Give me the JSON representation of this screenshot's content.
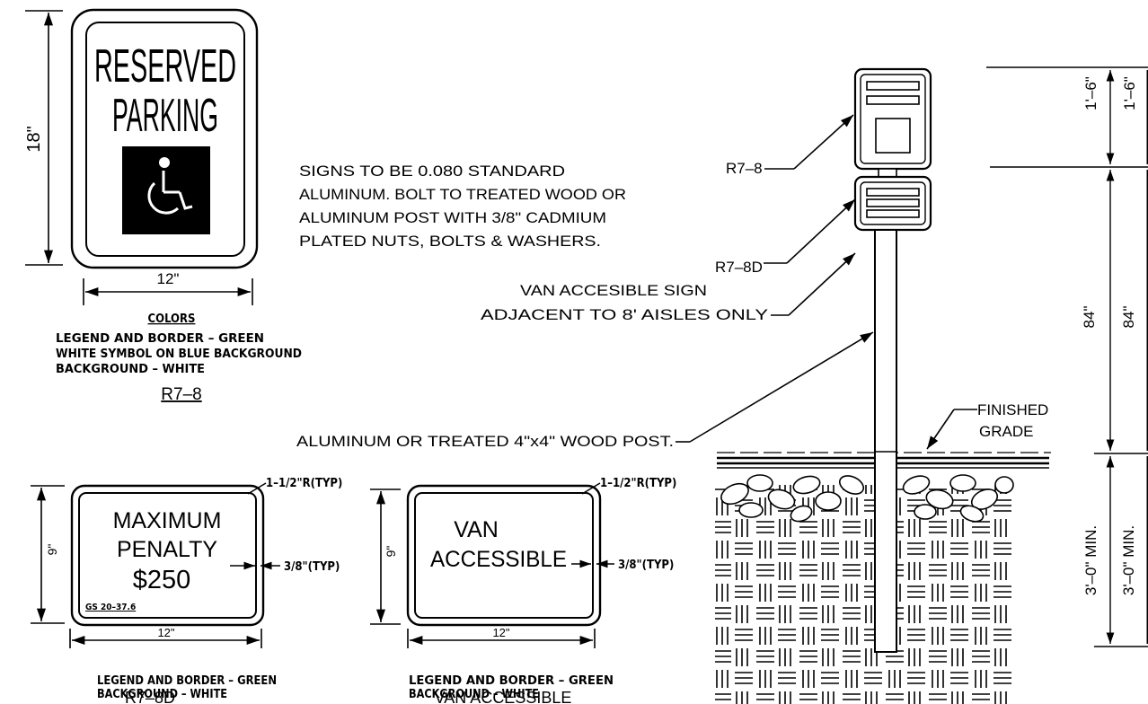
{
  "r7_8_sign": {
    "line1": "RESERVED",
    "line2": "PARKING",
    "height_dim": "18\"",
    "width_dim": "12\"",
    "colors_heading": "COLORS",
    "colors_line1": "LEGEND AND BORDER – GREEN",
    "colors_line2": "WHITE SYMBOL ON BLUE BACKGROUND",
    "colors_line3": "BACKGROUND – WHITE",
    "code": "R7–8"
  },
  "notes": {
    "material_line1": "SIGNS TO BE 0.080 STANDARD",
    "material_line2": "ALUMINUM. BOLT TO TREATED WOOD OR",
    "material_line3": "ALUMINUM POST WITH 3/8\" CADMIUM",
    "material_line4": "PLATED NUTS, BOLTS & WASHERS.",
    "van_line1": "VAN ACCESIBLE SIGN",
    "van_line2": "ADJACENT TO 8' AISLES ONLY",
    "post": "ALUMINUM OR TREATED 4\"x4\" WOOD POST."
  },
  "post_elevation": {
    "label_r7_8": "R7–8",
    "label_r7_8d": "R7–8D",
    "finished_line1": "FINISHED",
    "finished_line2": "GRADE",
    "dim_sign": "1'–6\"",
    "dim_sign_2": "1'–6\"",
    "dim_clear": "84\"",
    "dim_clear_2": "84\"",
    "dim_embed": "3'–0\" MIN.",
    "dim_embed_2": "3'–0\" MIN."
  },
  "r7_8d_sign": {
    "line1": "MAXIMUM",
    "line2": "PENALTY",
    "line3": "$250",
    "statute": "GS 20–37.6",
    "height_dim": "9\"",
    "width_dim": "12\"",
    "radius_note": "1–1/2\"R(TYP)",
    "border_note": "3/8\"(TYP)",
    "colors_line1": "LEGEND AND BORDER – GREEN",
    "colors_line2": "BACKGROUND – WHITE",
    "code": "R7–8D"
  },
  "van_sign": {
    "line1": "VAN",
    "line2": "ACCESSIBLE",
    "height_dim": "9\"",
    "width_dim": "12\"",
    "radius_note": "1–1/2\"R(TYP)",
    "border_note": "3/8\"(TYP)",
    "colors_line1": "LEGEND AND BORDER – GREEN",
    "colors_line2": "BACKGROUND – WHITE",
    "code": "VAN ACCESSIBLE"
  },
  "colors": {
    "ink": "#000000",
    "paper": "#ffffff"
  }
}
